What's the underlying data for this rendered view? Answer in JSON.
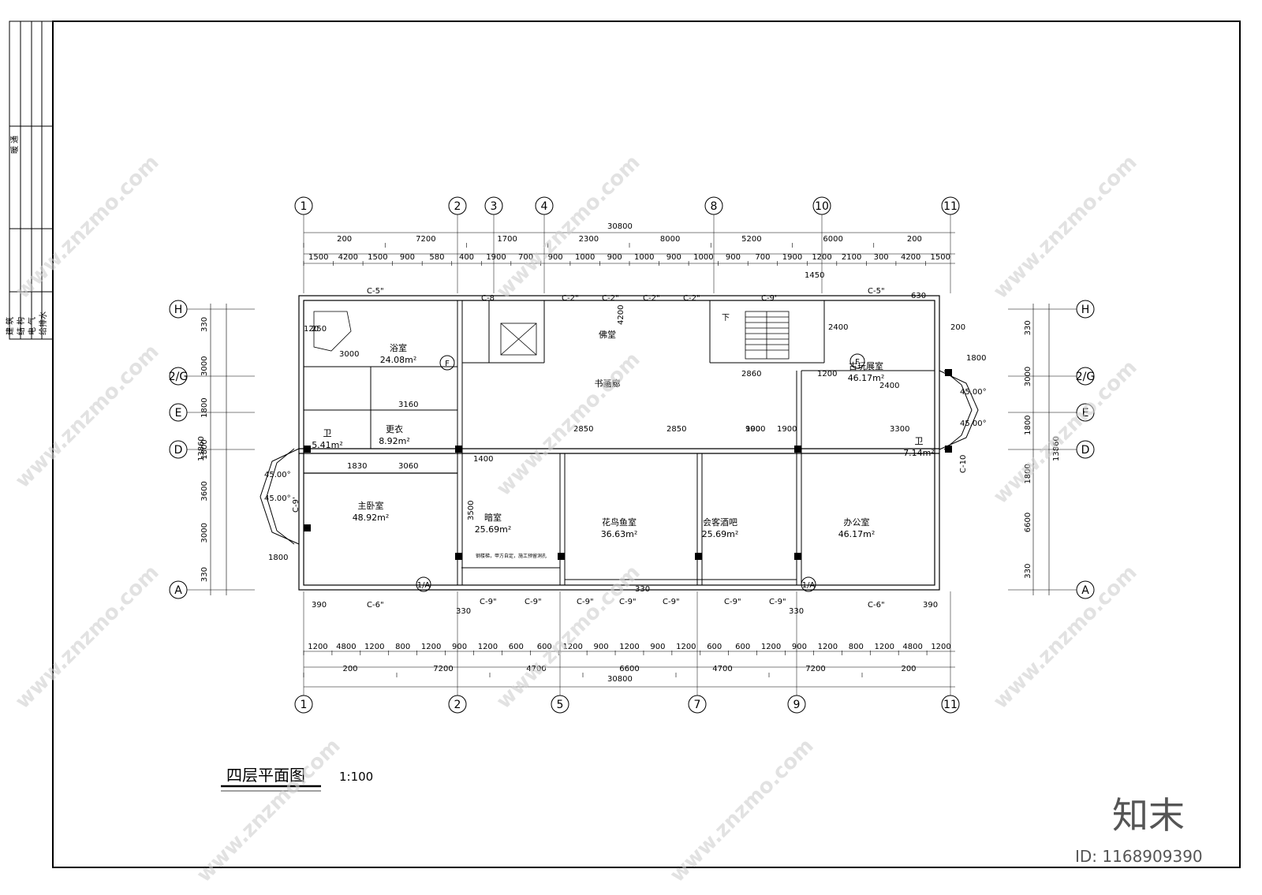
{
  "drawing": {
    "title": "四层平面图",
    "scale": "1:100"
  },
  "title_block": {
    "left_column": [
      "建 筑",
      "结 构",
      "电 气",
      "给排水"
    ],
    "top_label": "暖 通"
  },
  "axes": {
    "top": [
      "1",
      "2",
      "3",
      "4",
      "8",
      "10",
      "11"
    ],
    "bottom": [
      "1",
      "2",
      "5",
      "7",
      "9",
      "11"
    ],
    "side": [
      "H",
      "2/G",
      "E",
      "D",
      "A"
    ],
    "sub": [
      "F",
      "F",
      "1/A",
      "1/A"
    ]
  },
  "dimensions": {
    "top_total": "30800",
    "top_row1": [
      "200",
      "7200",
      "1700",
      "2300",
      "8000",
      "5200",
      "6000",
      "200"
    ],
    "top_row2": [
      "1500",
      "4200",
      "1500",
      "900",
      "580",
      "400",
      "1900",
      "700",
      "900",
      "1000",
      "900",
      "1000",
      "900",
      "1000",
      "900",
      "700",
      "1900",
      "1200",
      "2100",
      "300",
      "4200",
      "1500"
    ],
    "bottom_row1": [
      "1200",
      "4800",
      "1200",
      "800",
      "1200",
      "900",
      "1200",
      "600",
      "600",
      "1200",
      "900",
      "1200",
      "900",
      "1200",
      "600",
      "600",
      "1200",
      "900",
      "1200",
      "800",
      "1200",
      "4800",
      "1200"
    ],
    "bottom_row2": [
      "200",
      "7200",
      "4700",
      "6600",
      "4700",
      "7200",
      "200"
    ],
    "bottom_total": "30800",
    "left_outer": [
      "330",
      "3000",
      "1800",
      "1800",
      "3600",
      "3000",
      "330"
    ],
    "left_total": "13860",
    "right_outer": [
      "330",
      "3000",
      "1800",
      "1800",
      "6600",
      "330"
    ],
    "right_total": "13860",
    "misc": [
      "1450",
      "2400",
      "4200",
      "2400",
      "120",
      "250",
      "630",
      "200",
      "3000",
      "3160",
      "1830",
      "3060",
      "2850",
      "2850",
      "1900",
      "900",
      "1900",
      "3300",
      "1400",
      "3500",
      "1800",
      "1800",
      "2860",
      "1200",
      "330",
      "390",
      "390",
      "330",
      "330",
      "45.00°",
      "45.00°",
      "45.00°",
      "45.00°"
    ]
  },
  "windows": [
    "C-5\"",
    "C-8",
    "C-2\"",
    "C-2\"",
    "C-2\"",
    "C-2\"",
    "C-9'",
    "C-5\"",
    "C-6\"",
    "C-9\"",
    "C-9\"",
    "C-9\"",
    "C-9\"",
    "C-9\"",
    "C-9\"",
    "C-9\"",
    "C-6\"",
    "C-9'",
    "C-10"
  ],
  "rooms": [
    {
      "name": "浴室",
      "area": "24.08m²"
    },
    {
      "name": "佛堂",
      "area": ""
    },
    {
      "name": "书画廊",
      "area": ""
    },
    {
      "name": "古玩展室",
      "area": "46.17m²"
    },
    {
      "name": "更衣",
      "area": "8.92m²"
    },
    {
      "name": "卫",
      "area": "5.41m²"
    },
    {
      "name": "主卧室",
      "area": "48.92m²"
    },
    {
      "name": "暗室",
      "area": "25.69m²"
    },
    {
      "name": "花鸟鱼室",
      "area": "36.63m²"
    },
    {
      "name": "会客酒吧",
      "area": "25.69m²"
    },
    {
      "name": "办公室",
      "area": "46.17m²"
    },
    {
      "name": "卫",
      "area": "7.14m²"
    }
  ],
  "stair_note": "下",
  "note": "钢楼梯，甲方自定，施工预留洞孔",
  "watermark": "www.znzmo.com",
  "brand": "知末",
  "image_id": "ID: 1168909390"
}
